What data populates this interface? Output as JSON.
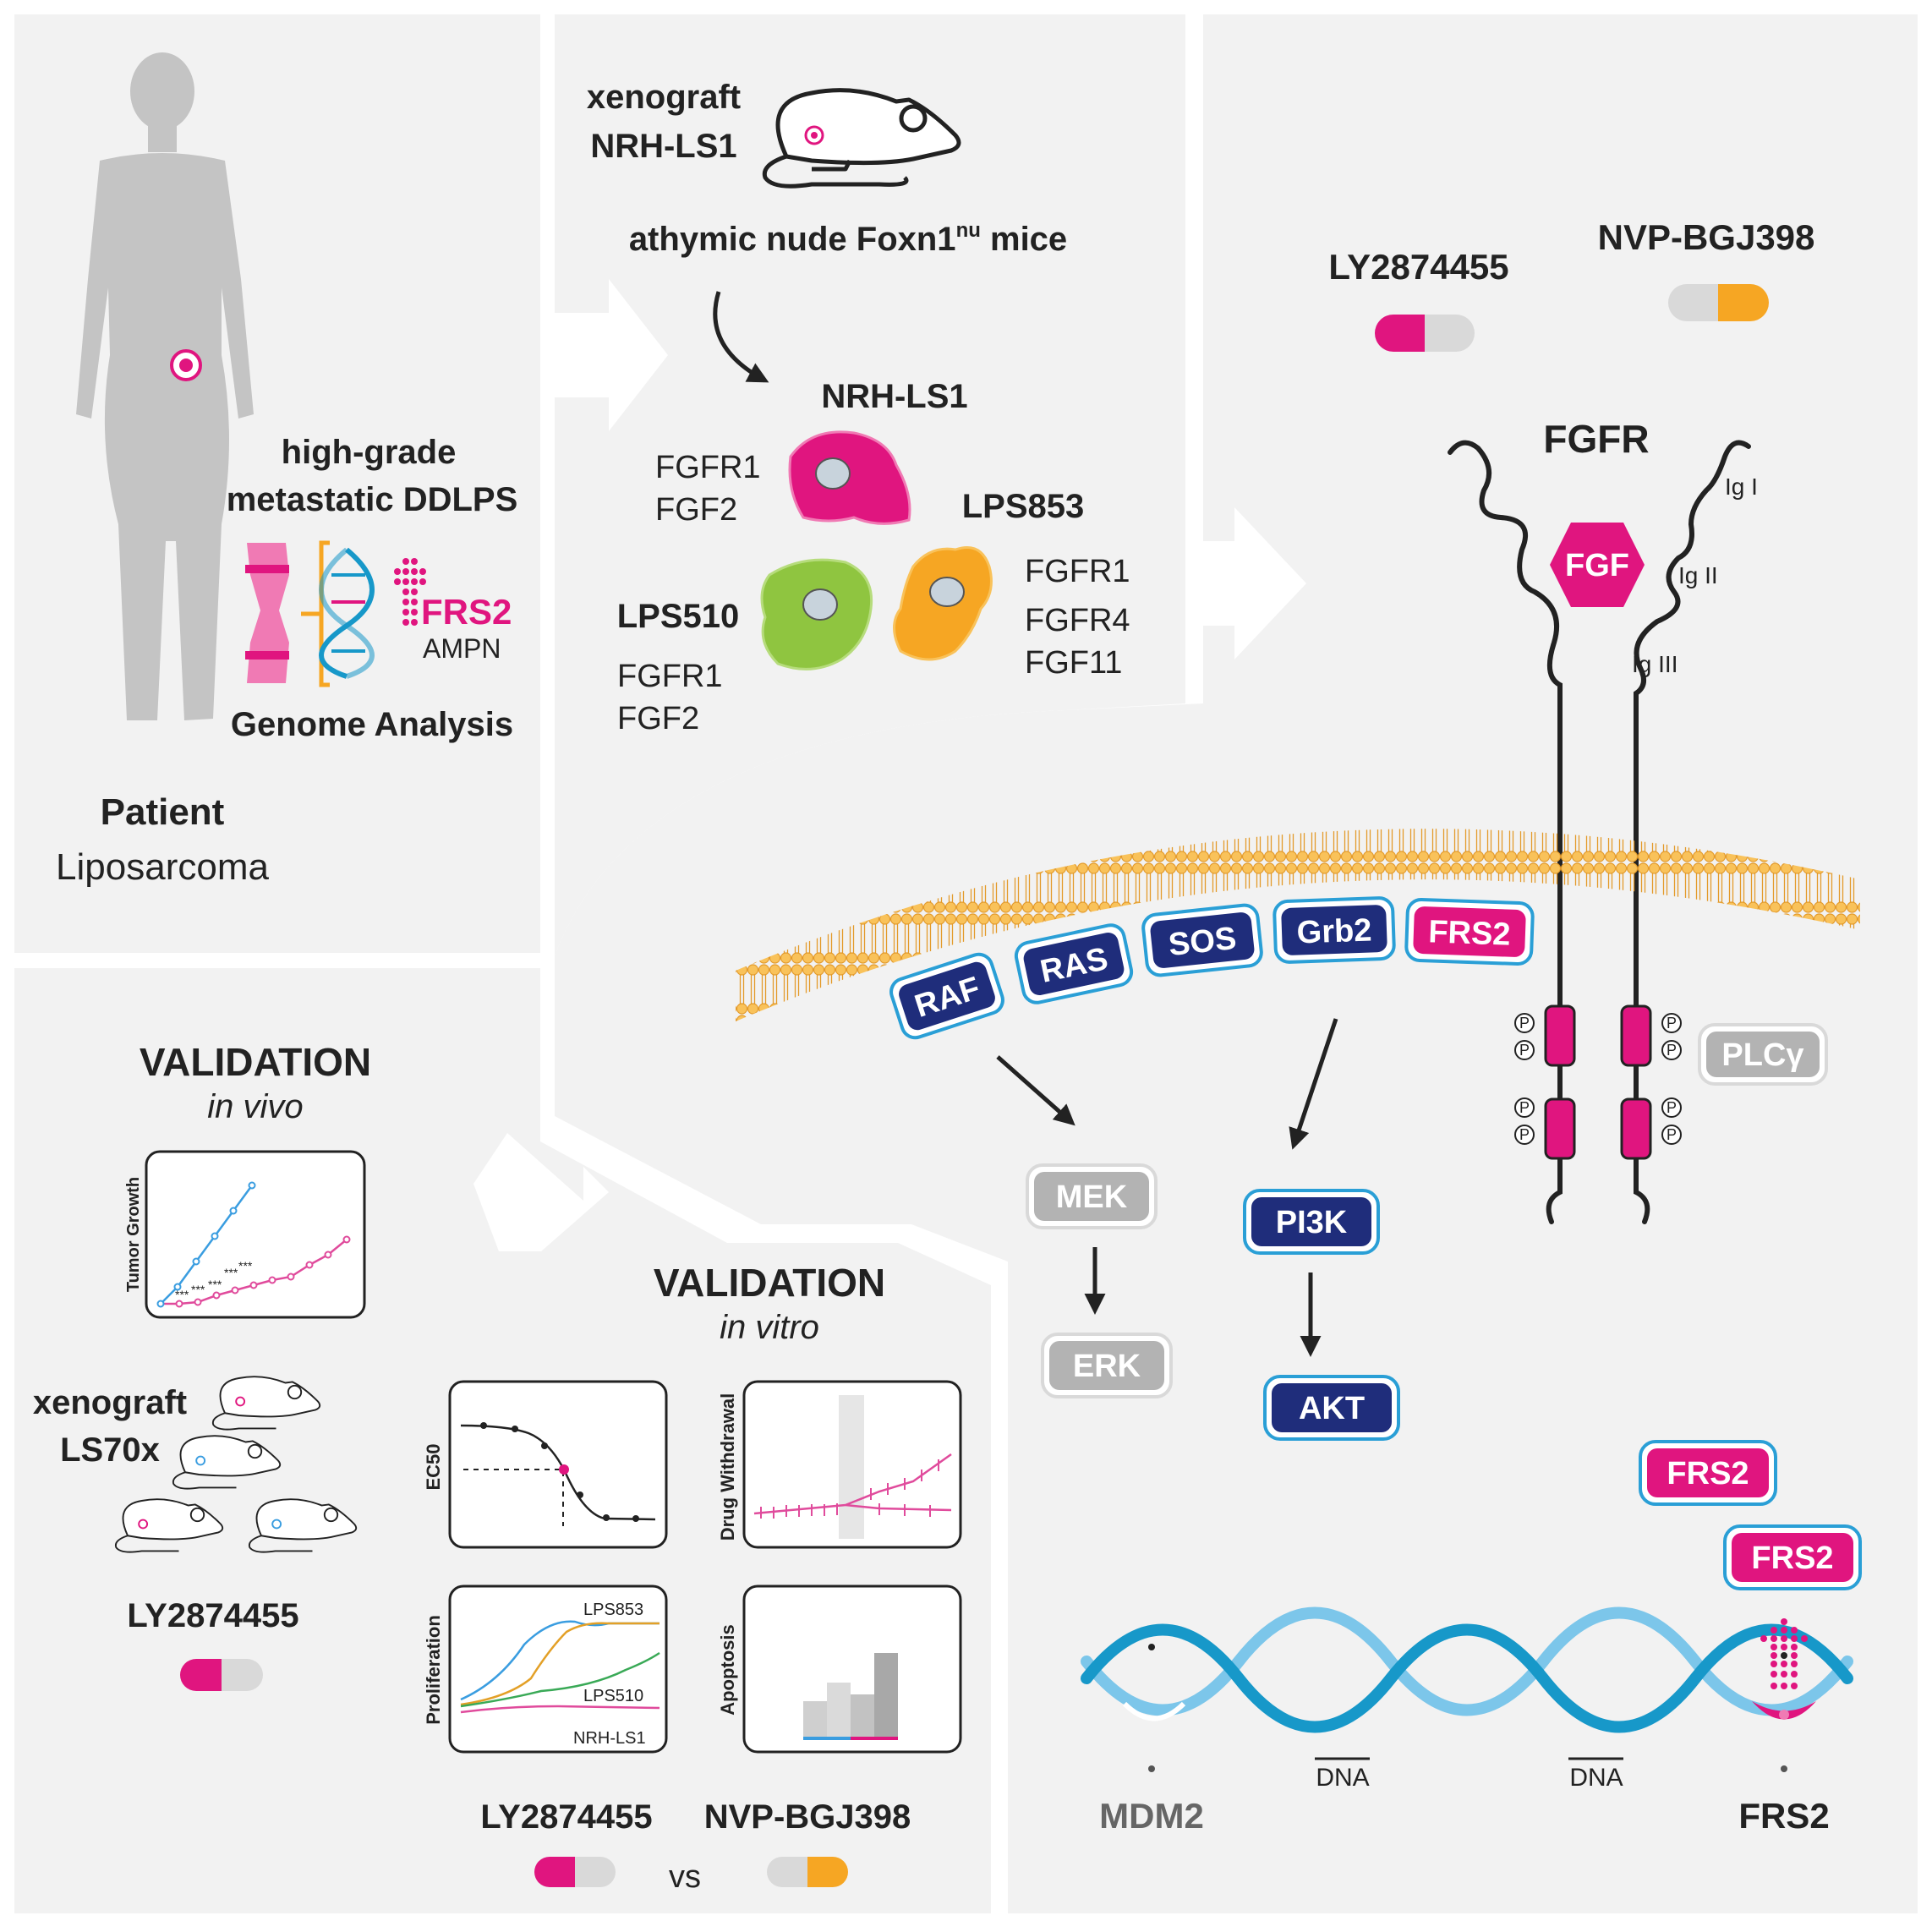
{
  "colors": {
    "panel": "#f2f2f2",
    "magenta": "#e0157f",
    "pink_light": "#f07ab4",
    "blue_dark": "#1f2d7b",
    "blue_outline": "#2a9fd6",
    "orange": "#f6a623",
    "membrane_outline": "#e39a2a",
    "gray_box": "#b3b3b3",
    "green": "#8fc540",
    "dna_dark": "#1798c9",
    "dna_light": "#7cc6ea"
  },
  "patient": {
    "diagnosis_line1": "high-grade",
    "diagnosis_line2": "metastatic DDLPS",
    "gene_label": "FRS2",
    "gene_sublabel": "AMPN",
    "analysis_label": "Genome Analysis",
    "title": "Patient",
    "subtitle": "Liposarcoma"
  },
  "xenograft_panel": {
    "xenograft_line1": "xenograft",
    "xenograft_line2": "NRH-LS1",
    "mouse_strain_prefix": "athymic nude Foxn1",
    "mouse_strain_superscript": "nu",
    "mouse_strain_suffix": " mice",
    "cell_lines": [
      {
        "name": "NRH-LS1",
        "markers": [
          "FGFR1",
          "FGF2"
        ],
        "color": "#e0157f"
      },
      {
        "name": "LPS853",
        "markers": [
          "FGFR1",
          "FGFR4",
          "FGF11"
        ],
        "color": "#f6a623"
      },
      {
        "name": "LPS510",
        "markers": [
          "FGFR1",
          "FGF2"
        ],
        "color": "#8fc540"
      }
    ]
  },
  "pathway": {
    "drug1": "LY2874455",
    "drug2": "NVP-BGJ398",
    "receptor": "FGFR",
    "ligand": "FGF",
    "domains": [
      "Ig I",
      "Ig II",
      "Ig III"
    ],
    "phospho": "P",
    "membrane_proteins": [
      "RAF",
      "RAS",
      "SOS",
      "Grb2",
      "FRS2"
    ],
    "plc": "PLCγ",
    "mek": "MEK",
    "erk": "ERK",
    "pi3k": "PI3K",
    "akt": "AKT",
    "frs2_free": [
      "FRS2",
      "FRS2"
    ],
    "dna_label": "DNA",
    "gene_left": "MDM2",
    "gene_right": "FRS2"
  },
  "validation_in_vivo": {
    "title": "VALIDATION",
    "subtitle": "in vivo",
    "chart_ylabel": "Tumor Growth",
    "significance": "***",
    "xenograft_line1": "xenograft",
    "xenograft_line2": "LS70x",
    "drug": "LY2874455"
  },
  "validation_in_vitro": {
    "title": "VALIDATION",
    "subtitle": "in vitro",
    "charts": {
      "ec50": "EC50",
      "withdrawal": "Drug Withdrawal",
      "proliferation": "Proliferation",
      "apoptosis": "Apoptosis"
    },
    "prolif_labels": [
      "LPS853",
      "LPS510",
      "NRH-LS1"
    ],
    "drug1": "LY2874455",
    "drug2": "NVP-BGJ398",
    "versus": "vs"
  }
}
